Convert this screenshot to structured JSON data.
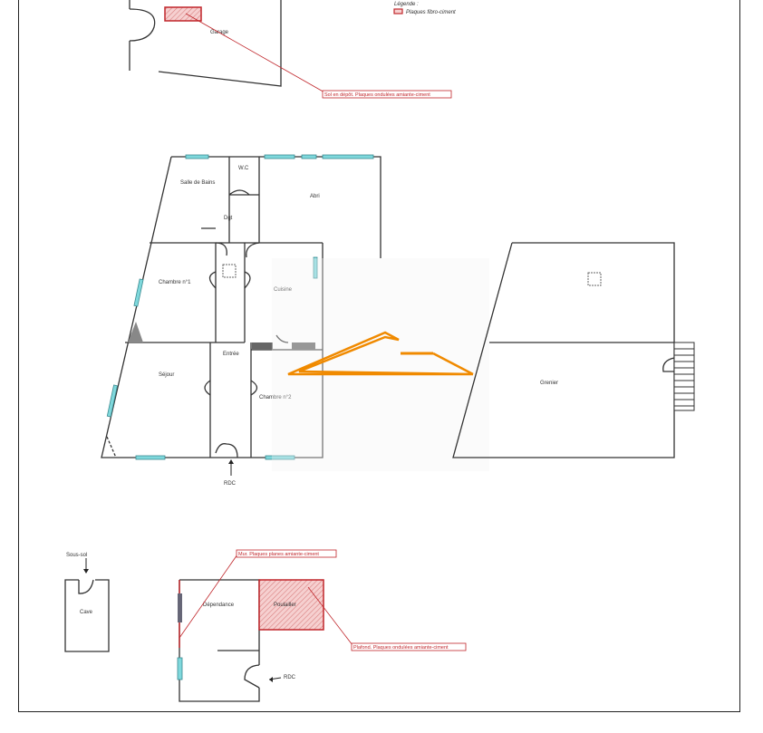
{
  "legend": {
    "title": "Légende :",
    "item": "Plaques fibro-ciment"
  },
  "rooms": {
    "garage": "Garage",
    "salle_de_bains": "Salle de Bains",
    "wc": "W.C",
    "abri": "Abri",
    "dgt": "Dgt",
    "chambre1": "Chambre n°1",
    "cuisine": "Cuisine",
    "entree": "Entrée",
    "sejour": "Séjour",
    "chambre2": "Chambre n°2",
    "grenier": "Grenier",
    "cave": "Cave",
    "dependance": "Dépendance",
    "poulailler": "Poulailler"
  },
  "levels": {
    "rdc": "RDC",
    "sous_sol": "Sous-sol",
    "rdc2": "RDC"
  },
  "annotations": {
    "garage": "Sol en dépôt. Plaques ondulées amiante-ciment",
    "mur": "Mur. Plaques planes amiante-ciment",
    "plafond": "Plafond. Plaques ondulées amiante-ciment"
  },
  "colors": {
    "asbestos": "#c0262b",
    "window": "#7fd8dc",
    "logo": "#f08a00"
  }
}
